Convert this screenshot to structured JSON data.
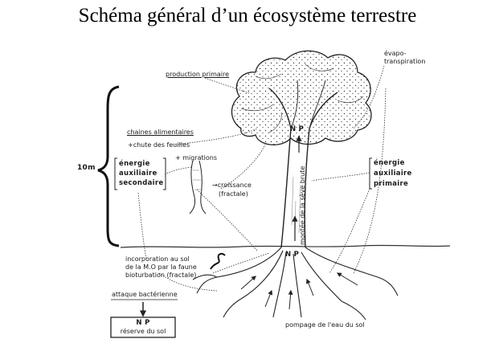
{
  "title": "Schéma général d’un écosystème terrestre",
  "labels": {
    "production_primaire": "production primaire",
    "evapotranspiration_1": "évapo-",
    "evapotranspiration_2": "transpiration",
    "chaines_alimentaires": "chaines alimentaires",
    "chute_feuilles": "+chute des feuilles",
    "migrations": "+ migrations",
    "height_10m": "10m",
    "energie_aux_sec_1": "énergie",
    "energie_aux_sec_2": "auxiliaire",
    "energie_aux_sec_3": "secondaire",
    "croissance_1": "→croissance",
    "croissance_2": "(fractale)",
    "energie_aux_prim_1": "énergie",
    "energie_aux_prim_2": "auxiliaire",
    "energie_aux_prim_3": "primaire",
    "np_top": "N   P",
    "montee_seve": "montée de la sève brute",
    "np_base": "N   P",
    "incorporation_1": "incorporation au sol",
    "incorporation_2": "de la M.O par la faune",
    "incorporation_3": "bioturbation (fractale)",
    "attaque_bacterienne": "attaque bactérienne",
    "box_np": "N P",
    "reserve_sol": "réserve du sol",
    "pompage": "pompage de l'eau du sol"
  }
}
